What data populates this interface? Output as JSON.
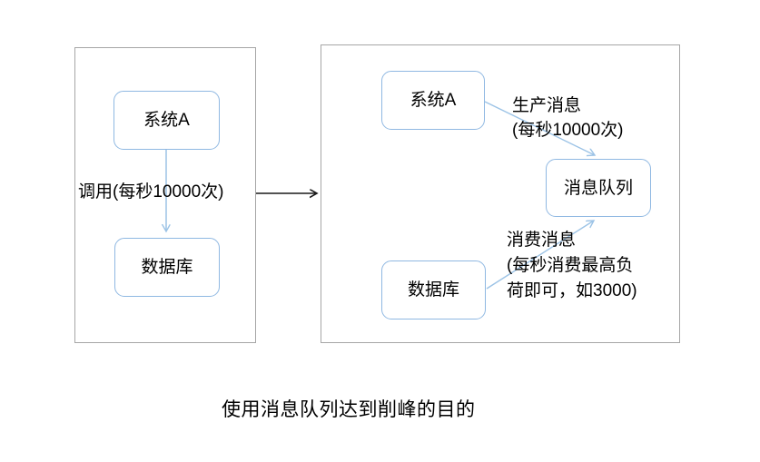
{
  "colors": {
    "node-border": "#8fb8e2",
    "arrow-blue": "#9cc3e6",
    "arrow-black": "#1a1a1a",
    "panel-border": "#a6a6a6",
    "text": "#000000"
  },
  "caption": "使用消息队列达到削峰的目的",
  "left_panel": {
    "system_a": "系统A",
    "call_label": "调用(每秒10000次)",
    "database": "数据库"
  },
  "right_panel": {
    "system_a": "系统A",
    "message_queue": "消息队列",
    "database": "数据库",
    "produce_label": [
      "生产消息",
      "(每秒10000次)"
    ],
    "consume_label": [
      "消费消息",
      "(每秒消费最高负",
      "荷即可，如3000)"
    ]
  }
}
